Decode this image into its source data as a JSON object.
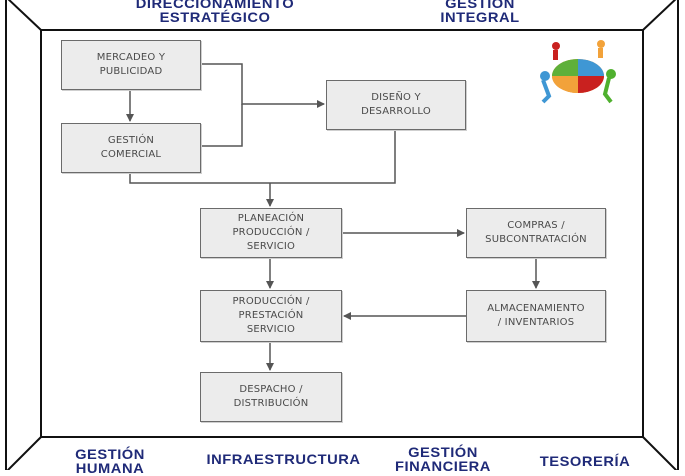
{
  "perimeter": {
    "top": [
      {
        "id": "direccionamiento",
        "label": "DIRECCIONAMIENTO\nESTRATÉGICO"
      },
      {
        "id": "gestion-integral",
        "label": "GESTIÓN\nINTEGRAL"
      }
    ],
    "bottom": [
      {
        "id": "gestion-humana",
        "label": "GESTIÓN\nHUMANA"
      },
      {
        "id": "infraestructura",
        "label": "INFRAESTRUCTURA"
      },
      {
        "id": "gestion-financiera",
        "label": "GESTIÓN\nFINANCIERA"
      },
      {
        "id": "tesoreria",
        "label": "TESORERÍA"
      }
    ]
  },
  "flow": {
    "nodes": [
      {
        "id": "mercadeo",
        "label": "MERCADEO Y\nPUBLICIDAD"
      },
      {
        "id": "gestion-comercial",
        "label": "GESTIÓN\nCOMERCIAL"
      },
      {
        "id": "diseno",
        "label": "DISEÑO Y\nDESARROLLO"
      },
      {
        "id": "planeacion",
        "label": "PLANEACIÓN\nPRODUCCIÓN /\nSERVICIO"
      },
      {
        "id": "compras",
        "label": "COMPRAS /\nSUBCONTRATACIÓN"
      },
      {
        "id": "produccion",
        "label": "PRODUCCIÓN /\nPRESTACIÓN\nSERVICIO"
      },
      {
        "id": "almacenamiento",
        "label": "ALMACENAMIENTO\n/ INVENTARIOS"
      },
      {
        "id": "despacho",
        "label": "DESPACHO /\nDISTRIBUCIÓN"
      }
    ],
    "edges": [
      {
        "from": "mercadeo",
        "to": "gestion-comercial"
      },
      {
        "from": "mercadeo",
        "to": "diseno"
      },
      {
        "from": "gestion-comercial",
        "to": "diseno"
      },
      {
        "from": "gestion-comercial",
        "to": "planeacion"
      },
      {
        "from": "diseno",
        "to": "planeacion"
      },
      {
        "from": "planeacion",
        "to": "compras"
      },
      {
        "from": "planeacion",
        "to": "produccion"
      },
      {
        "from": "compras",
        "to": "almacenamiento"
      },
      {
        "from": "almacenamiento",
        "to": "produccion"
      },
      {
        "from": "produccion",
        "to": "despacho"
      }
    ]
  },
  "illustration": {
    "icon": "teamwork-puzzle-icon"
  },
  "colors": {
    "title_text": "#1f2a78",
    "box_fill": "#ececec",
    "box_border": "#6b6b6b",
    "line": "#555555",
    "frame": "#111111"
  }
}
